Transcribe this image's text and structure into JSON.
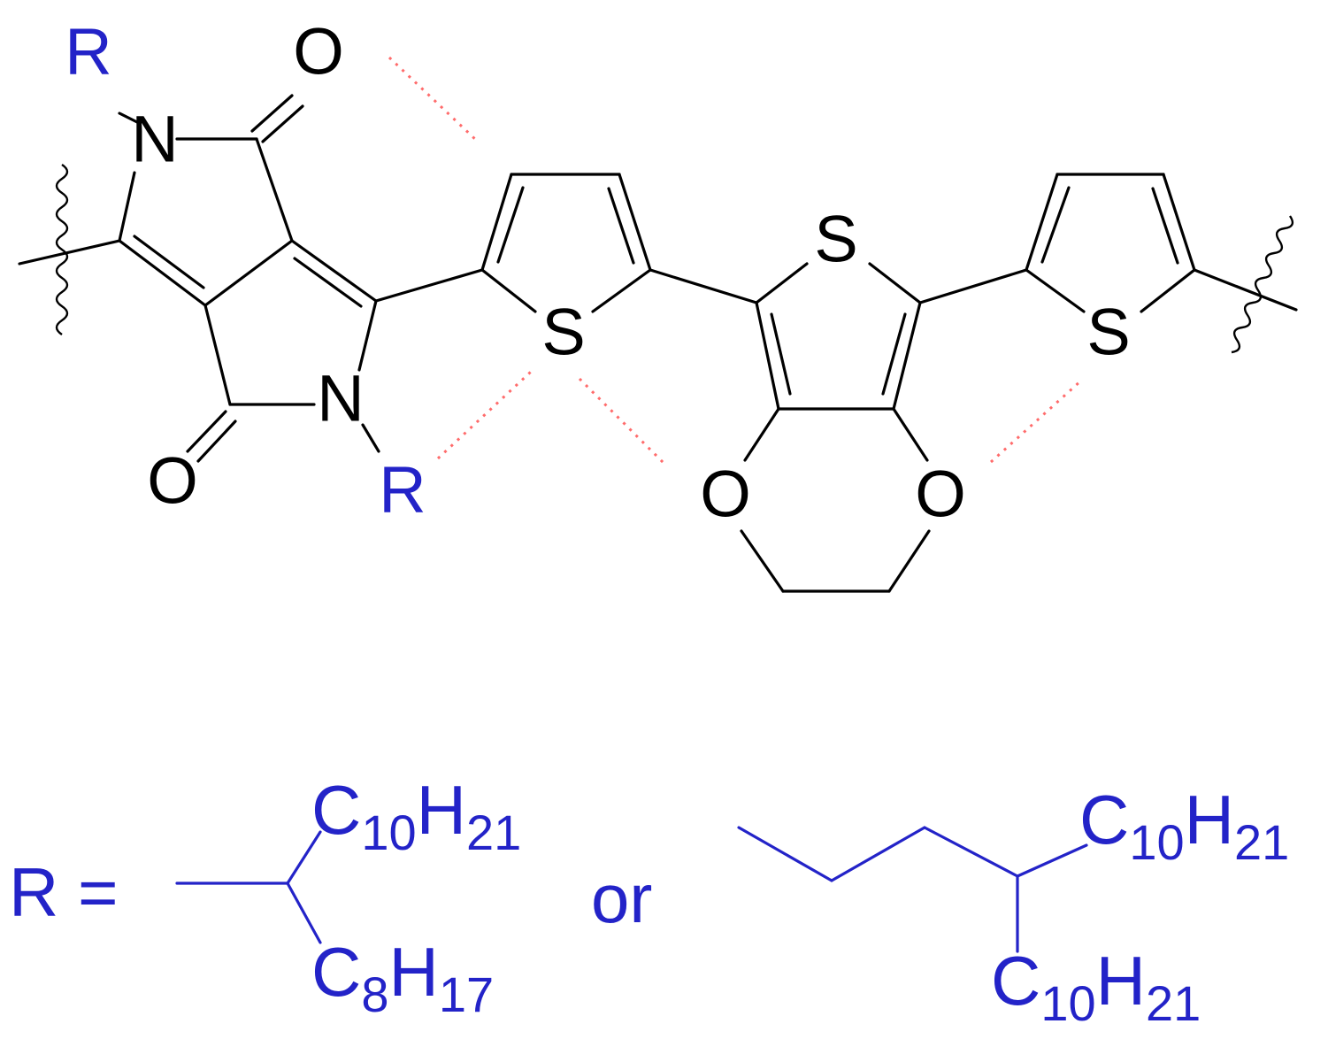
{
  "polymer": {
    "atoms": {
      "r_top": "R",
      "n_top": "N",
      "o_top": "O",
      "n_bottom": "N",
      "r_bottom": "R",
      "o_bottom": "O",
      "s_thiophene_left": "S",
      "s_edot": "S",
      "s_thiophene_right": "S",
      "o_edot_left": "O",
      "o_edot_right": "O"
    }
  },
  "legend": {
    "r_label": "R =",
    "or_label": "or",
    "chain1": {
      "top": {
        "element": "C",
        "count": "10",
        "element2": "H",
        "count2": "21"
      },
      "bottom": {
        "element": "C",
        "count": "8",
        "element2": "H",
        "count2": "17"
      }
    },
    "chain2": {
      "top": {
        "element": "C",
        "count": "10",
        "element2": "H",
        "count2": "21"
      },
      "bottom": {
        "element": "C",
        "count": "10",
        "element2": "H",
        "count2": "21"
      }
    }
  },
  "colors": {
    "bonds": "#000000",
    "substituent": "#2323c8",
    "noncovalent_interaction": "#ff6b6b"
  }
}
